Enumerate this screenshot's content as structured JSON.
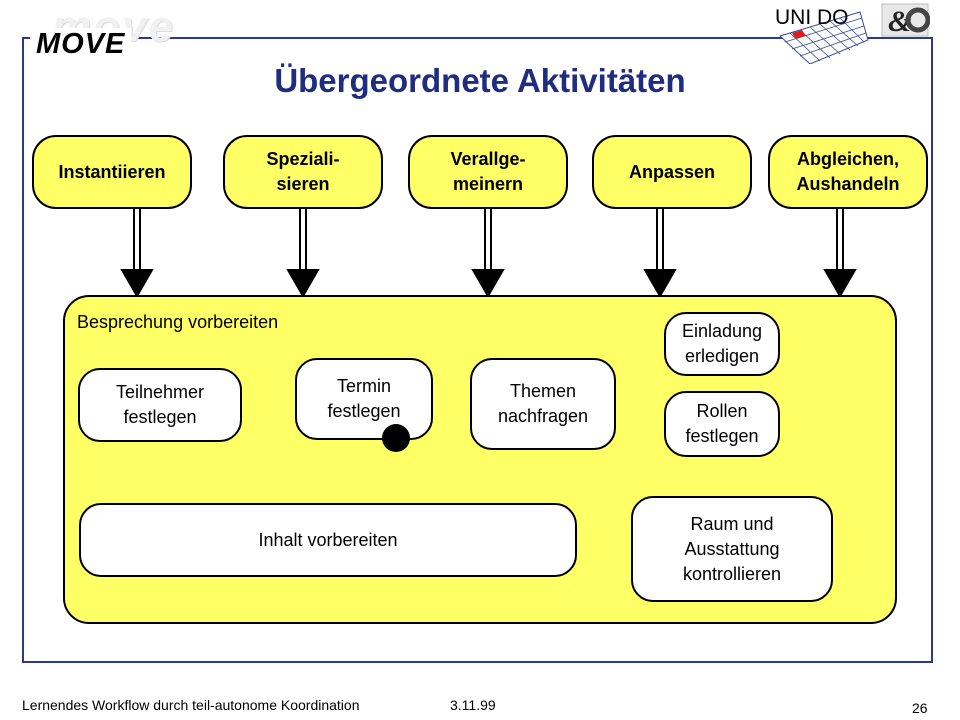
{
  "header": {
    "logo_move": "MOVE",
    "logo_uni": "UNI DO",
    "title": "Übergeordnete Aktivitäten"
  },
  "activities": [
    {
      "label": "Instantiieren"
    },
    {
      "label": "Speziali-\nsieren"
    },
    {
      "label": "Verallge-\nmeinern"
    },
    {
      "label": "Anpassen"
    },
    {
      "label": "Abgleichen,\nAushandeln"
    }
  ],
  "container": {
    "label": "Besprechung vorbereiten",
    "tasks": [
      {
        "label": "Teilnehmer\nfestlegen"
      },
      {
        "label": "Termin\nfestlegen"
      },
      {
        "label": "Themen\nnachfragen"
      },
      {
        "label": "Einladung\nerledigen"
      },
      {
        "label": "Rollen\nfestlegen"
      },
      {
        "label": "Inhalt vorbereiten"
      },
      {
        "label": "Raum und\nAusstattung\nkontrollieren"
      }
    ]
  },
  "footer": {
    "left": "Lernendes Workflow durch teil-autonome Koordination",
    "date": "3.11.99",
    "page": "26"
  },
  "colors": {
    "fill_yellow": "#ffff66",
    "title_blue": "#1f2d80",
    "frame_blue": "#2a3b8f"
  }
}
